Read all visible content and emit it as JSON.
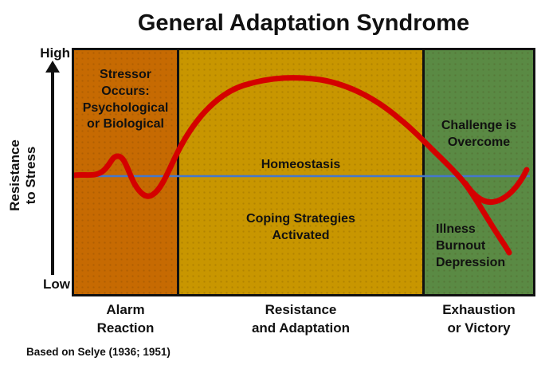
{
  "title": "General Adaptation Syndrome",
  "y_axis": {
    "label": "Resistance\nto Stress",
    "high": "High",
    "low": "Low"
  },
  "zones": [
    {
      "band_label": "Alarm\nReaction",
      "color": "#C66A02",
      "annotation": "Stressor\nOccurs:\nPsychological\nor Biological"
    },
    {
      "band_label": "Resistance\nand Adaptation",
      "color": "#C89600",
      "annotations": {
        "homeostasis": "Homeostasis",
        "coping": "Coping Strategies\nActivated"
      }
    },
    {
      "band_label": "Exhaustion\nor Victory",
      "color": "#5A8A44",
      "annotations": {
        "challenge": "Challenge is\nOvercome",
        "illness": "Illness\nBurnout\nDepression"
      }
    }
  ],
  "colors": {
    "curve": "#D40000",
    "homeostasis_line": "#4477CC",
    "border": "#111111"
  },
  "footer": "Based on Selye (1936; 1951)"
}
